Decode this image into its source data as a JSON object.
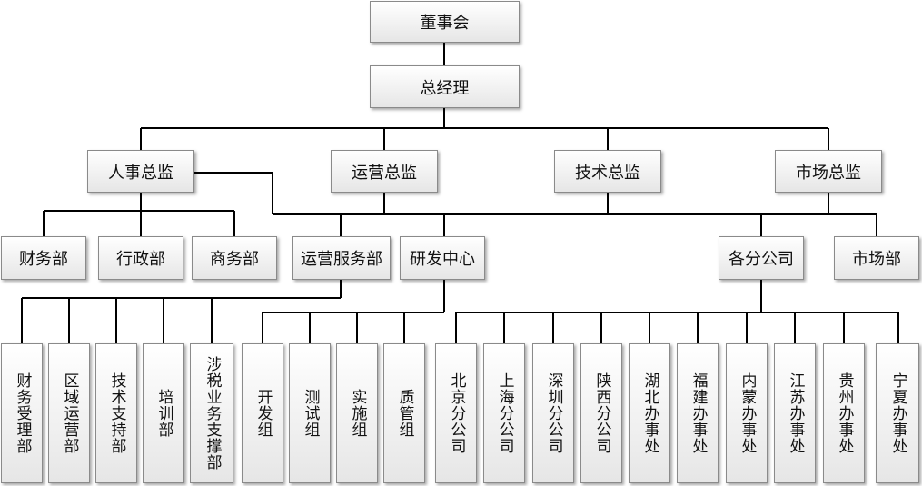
{
  "org": {
    "board": "董事会",
    "gm": "总经理",
    "directors": {
      "hr": "人事总监",
      "ops": "运营总监",
      "tech": "技术总监",
      "market": "市场总监"
    },
    "departments": {
      "finance": "财务部",
      "admin": "行政部",
      "business": "商务部",
      "ops_service": "运营服务部",
      "rnd": "研发中心",
      "branches": "各分公司",
      "marketing": "市场部"
    },
    "ops_service_units": [
      "财务受理部",
      "区域运营部",
      "技术支持部",
      "培训部",
      "涉税业务支撑部"
    ],
    "rnd_units": [
      "开发组",
      "测试组",
      "实施组",
      "质管组"
    ],
    "branch_units": [
      "北京分公司",
      "上海分公司",
      "深圳分公司",
      "陕西分公司",
      "湖北办事处",
      "福建办事处",
      "内蒙办事处",
      "江苏办事处",
      "贵州办事处",
      "宁夏办事处"
    ]
  }
}
